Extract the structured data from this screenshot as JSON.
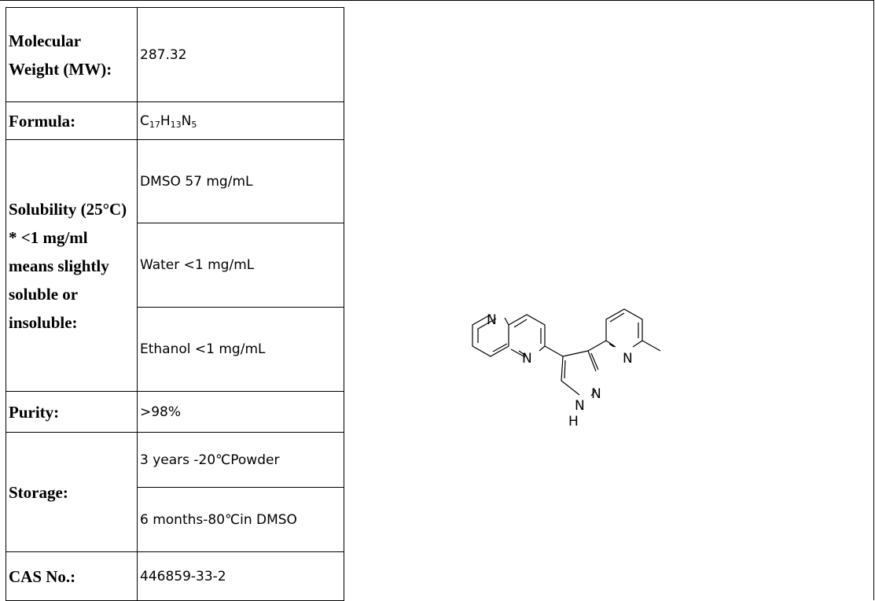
{
  "table": {
    "mw_label": "Molecular Weight (MW):",
    "mw_value": "287.32",
    "formula_label": "Formula:",
    "formula_c": "C",
    "formula_c_n": "17",
    "formula_h": "H",
    "formula_h_n": "13",
    "formula_n": "N",
    "formula_n_n": "5",
    "solubility_label_1": "Solubility (25°C)",
    "solubility_label_2": "* <1 mg/ml means slightly soluble or insoluble:",
    "sol_dmso": "DMSO 57 mg/mL",
    "sol_water": "Water <1 mg/mL",
    "sol_ethanol": "Ethanol <1 mg/mL",
    "purity_label": "Purity:",
    "purity_value": ">98%",
    "storage_label": "Storage:",
    "storage_powder": "3 years -20℃Powder",
    "storage_dmso": "6 months-80℃in DMSO",
    "cas_label": "CAS No.:",
    "cas_value": "446859-33-2"
  },
  "structure": {
    "atom_n1": "N",
    "atom_n2": "N",
    "atom_n3": "N",
    "atom_n4": "N",
    "atom_n5": "N",
    "atom_h": "H"
  }
}
